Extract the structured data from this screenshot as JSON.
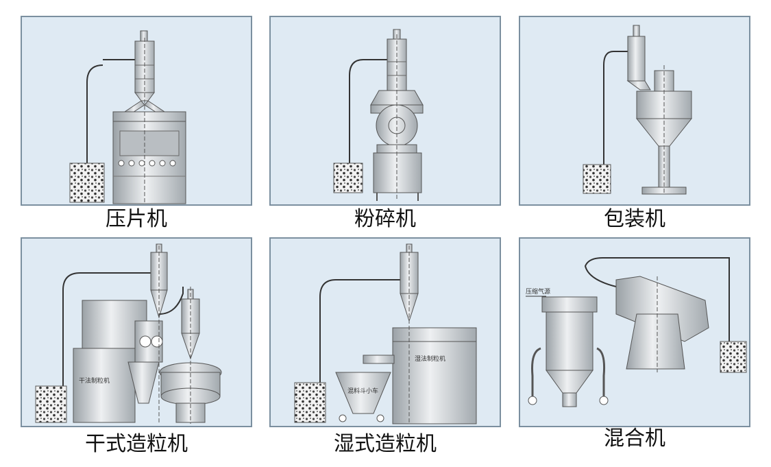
{
  "machines": [
    {
      "caption": "压片机"
    },
    {
      "caption": "粉碎机"
    },
    {
      "caption": "包装机"
    },
    {
      "caption": "干式造粒机",
      "label": "干法制粒机"
    },
    {
      "caption": "湿式造粒机",
      "label": "湿法制粒机",
      "sublabel": "混料斗小车"
    },
    {
      "caption": "混合机",
      "label": "压缩气源"
    }
  ],
  "colors": {
    "panel_bg": "#dfeaf3",
    "panel_border": "#7b8f9f",
    "metal": "#c9cdd1",
    "metal_dark": "#8e969c",
    "line": "#333333"
  }
}
